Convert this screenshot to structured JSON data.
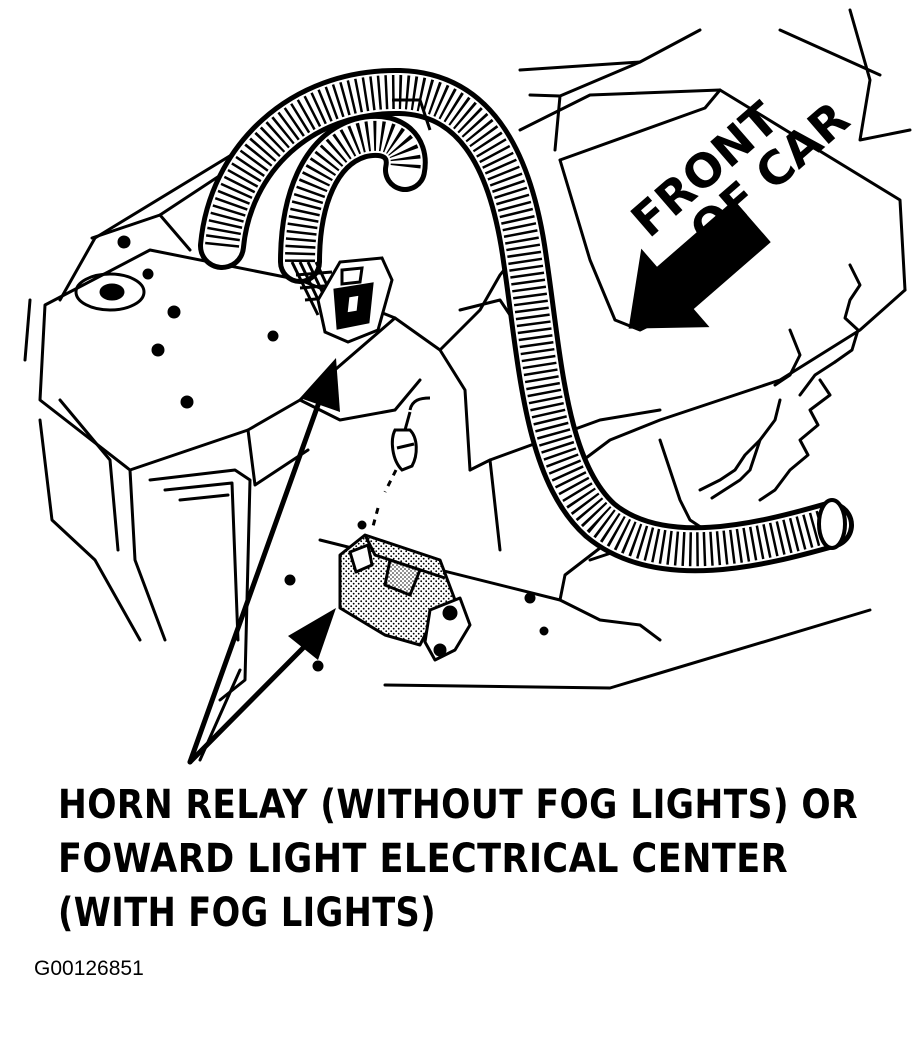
{
  "direction_label": {
    "line1": "FRONT",
    "line2": "OF CAR"
  },
  "caption": {
    "line1": "HORN RELAY (WITHOUT FOG LIGHTS) OR",
    "line2": "FOWARD LIGHT ELECTRICAL CENTER",
    "line3": "(WITH FOG LIGHTS)"
  },
  "figure_id": "G00126851"
}
